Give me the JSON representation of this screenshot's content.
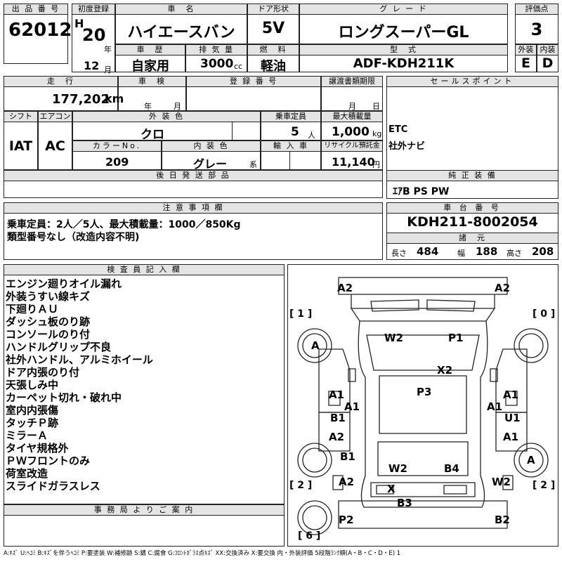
{
  "header": {
    "lot_no_label": "出 品 番 号",
    "lot_no": "62012",
    "first_reg_label": "初度登録",
    "era": "H",
    "year": "20",
    "year_unit": "年",
    "month": "12",
    "month_unit": "月",
    "car_name_label": "車　名",
    "car_name": "ハイエースバン",
    "door_label": "ドア形状",
    "door": "5V",
    "grade_label": "グ レ ー ド",
    "grade": "ロングスーパーGL",
    "rating_label": "評価点",
    "rating": "3",
    "history_label": "車　歴",
    "history": "自家用",
    "displacement_label": "排 気 量",
    "displacement": "3000",
    "displacement_unit": "cc",
    "fuel_label": "燃　料",
    "fuel": "軽油",
    "model_label": "型　式",
    "model": "ADF-KDH211K",
    "exterior_label": "外装",
    "exterior_grade": "E",
    "interior_label": "内装",
    "interior_grade": "D"
  },
  "row2": {
    "mileage_label": "走　行",
    "mileage": "177,202",
    "mileage_unit": "km",
    "inspection_label": "車　検",
    "inspection_year_unit": "年",
    "inspection_month_unit": "月",
    "reg_no_label": "登 録 番 号",
    "transfer_label": "譲渡書類期限",
    "transfer_month_unit": "月",
    "transfer_day_unit": "日",
    "shift_label": "シフト",
    "shift": "IAT",
    "ac_label": "エアコン",
    "ac": "AC",
    "color_label": "外 装 色",
    "color": "クロ",
    "capacity_label": "乗車定員",
    "capacity": "5",
    "capacity_unit": "人",
    "max_load_label": "最大積載量",
    "max_load": "1,000",
    "max_load_unit": "kg",
    "color_no_label": "カラーNo.",
    "color_no": "209",
    "interior_color_label": "内 装 色",
    "interior_color": "グレー",
    "interior_color_suffix": "系",
    "import_label": "輸 入 車",
    "recycle_label": "リサイクル預託金",
    "recycle": "11,140",
    "recycle_unit": "円",
    "parts_label": "後 日 発 送 部 品"
  },
  "sales": {
    "label": "セールスポイント",
    "lines": [
      "ETC",
      "社外ナビ"
    ],
    "equip_label": "純 正 装 備",
    "equip": "ｴｱB PS PW"
  },
  "notes": {
    "label": "注 意 事 項 欄",
    "lines": [
      "乗車定員：2人／5人、最大積載量：1000／850Kg",
      "類型番号なし（改造内容不明)"
    ]
  },
  "chassis": {
    "label": "車 台 番 号",
    "number": "KDH211-8002054",
    "specs_label": "諸　元",
    "length_label": "長さ",
    "length": "484",
    "width_label": "幅",
    "width": "188",
    "height_label": "高さ",
    "height": "208"
  },
  "inspector": {
    "label": "検 査 員 記 入 欄",
    "lines": [
      "エンジン廻りオイル漏れ",
      "外装うすい線キズ",
      "下廻りＡＵ",
      "ダッシュ板のり跡",
      "コンソールのり付",
      "ハンドルグリップ不良",
      "社外ハンドル、アルミホイール",
      "ドア内張のり付",
      "天張しみ中",
      "カーペット切れ・破れ中",
      "室内内張傷",
      "タッチＰ跡",
      "ミラーＡ",
      "タイヤ規格外",
      "ＰＷフロントのみ",
      "荷室改造",
      "スライドガラスレス"
    ]
  },
  "office": {
    "label": "事 務 局 よ り ご 案 内"
  },
  "diagram": {
    "marks": [
      "A2",
      "A2",
      "W2",
      "P1",
      "X2",
      "P3",
      "A1",
      "A1",
      "A1",
      "A1",
      "B1",
      "U1",
      "A2",
      "A1",
      "B1",
      "W2",
      "B4",
      "A2",
      "W2",
      "X",
      "B3",
      "P2",
      "B2",
      "A",
      "A"
    ],
    "tire_left_top": "1",
    "tire_right_top": "0",
    "tire_left_bottom": "2",
    "tire_right_bottom": "2",
    "spare": "6"
  },
  "legend": "A:ｷｽﾞ U:ﾍｺﾐ B:ｷｽﾞを伴うﾍｺﾐ P:要塗装 W:補修跡 S:錆 C:腐食 G:ﾌﾛﾝﾄｶﾞﾗｽ点ｷｽﾞ XX:交換済み X:要交換 内・外装評価 5段階ﾗﾝｸ順(A・B・C・D・E) 1"
}
